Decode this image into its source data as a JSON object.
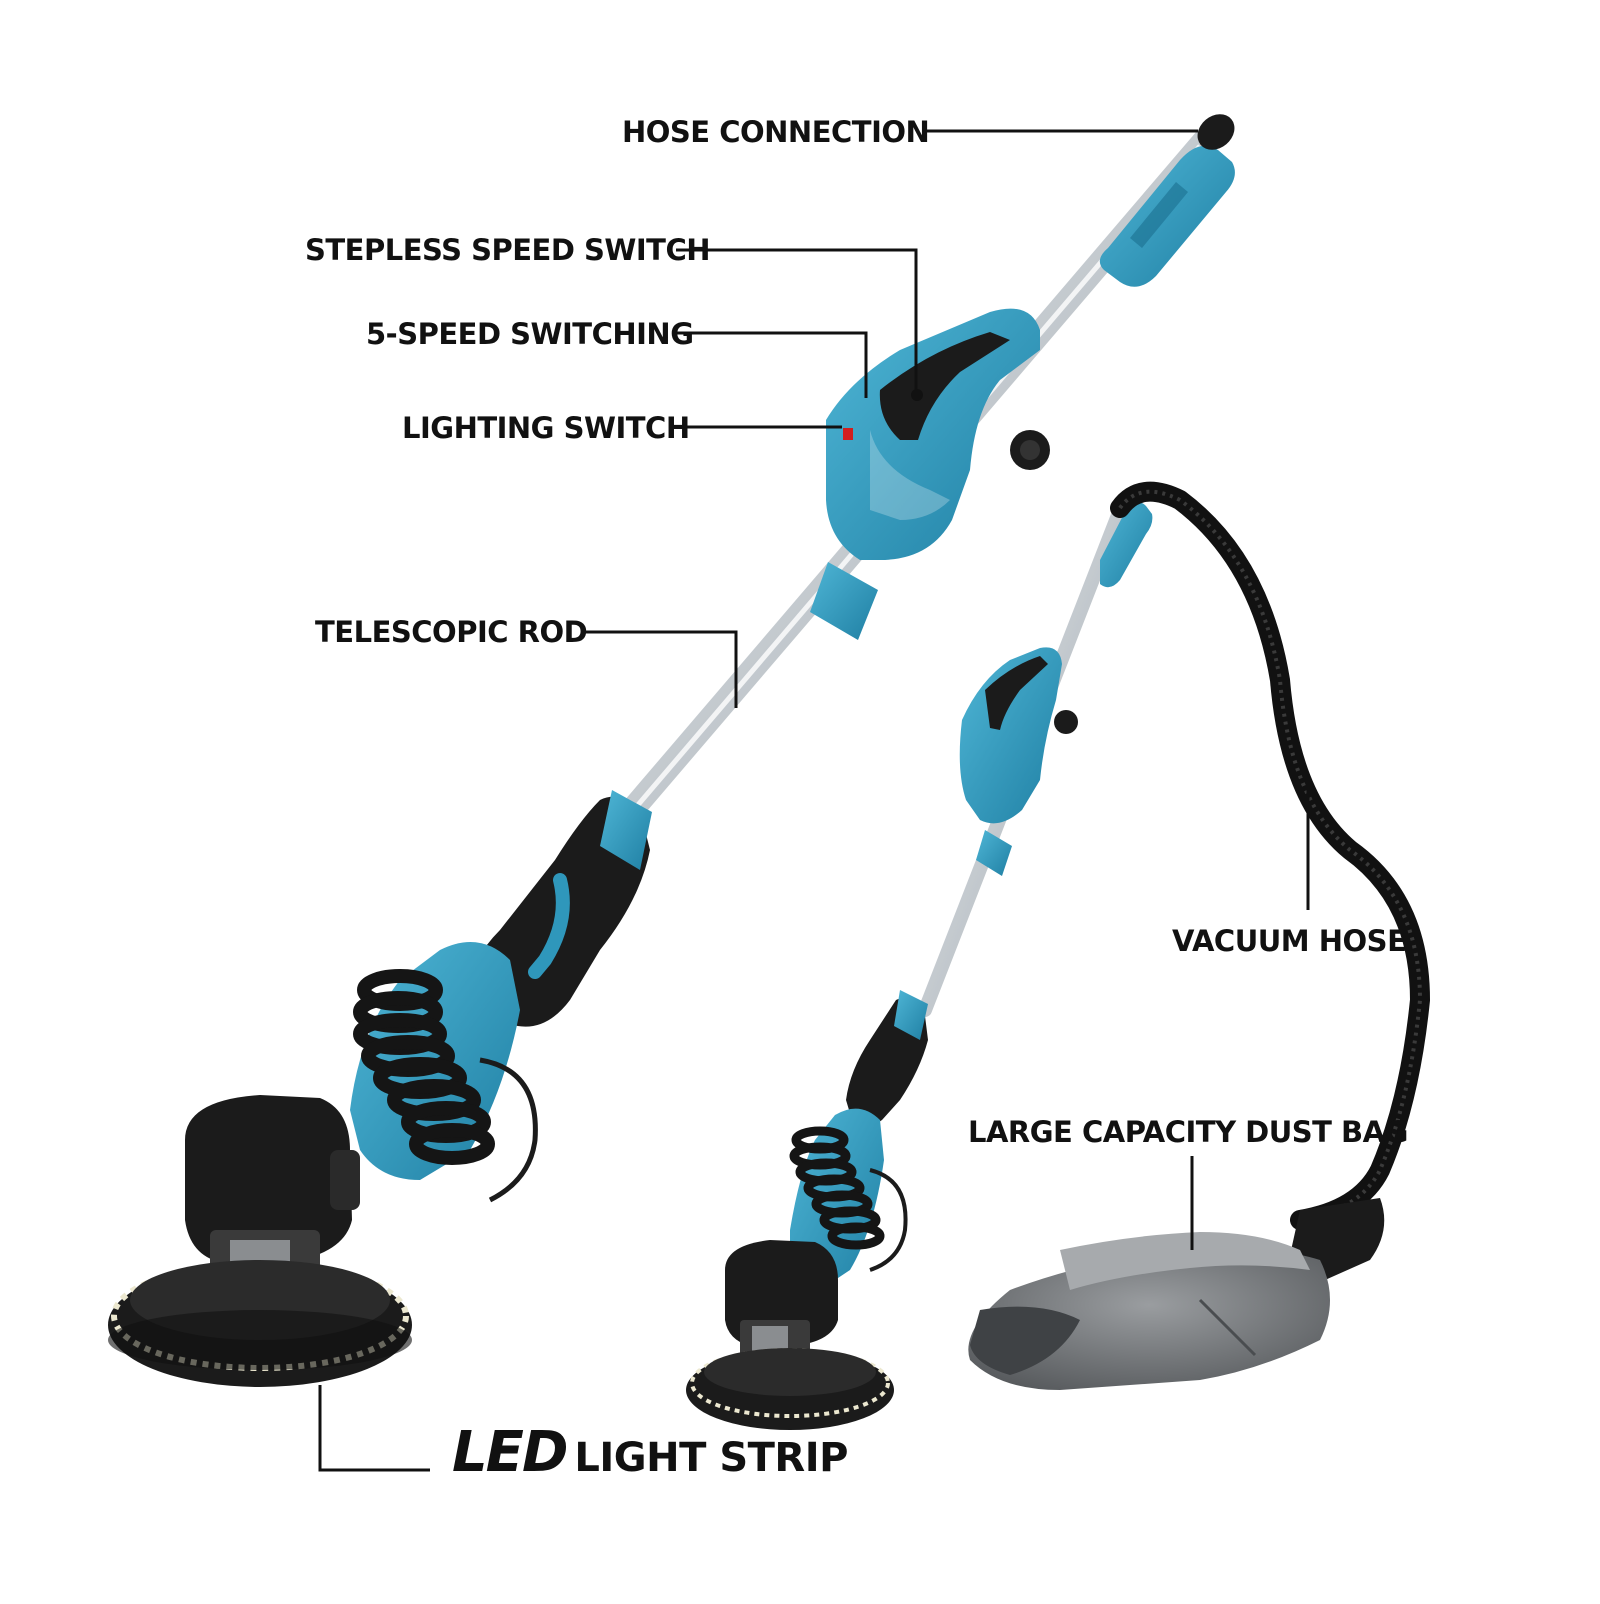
{
  "labels": {
    "hose_connection": "HOSE CONNECTION",
    "stepless_speed_switch": "STEPLESS SPEED SWITCH",
    "five_speed_switching": "5-SPEED SWITCHING",
    "lighting_switch": "LIGHTING SWITCH",
    "telescopic_rod": "TELESCOPIC ROD",
    "vacuum_hose": "VACUUM HOSE",
    "large_capacity_dust_bag": "LARGE CAPACITY DUST BAG",
    "led_prefix": "LED",
    "led_suffix": "LIGHT STRIP"
  },
  "colors": {
    "tool_teal": "#2f97bb",
    "tool_black": "#1b1b1b",
    "pole_silver": "#d3d8dc",
    "dust_bag_gray": "#7c7f82",
    "leader_line": "#111111"
  }
}
